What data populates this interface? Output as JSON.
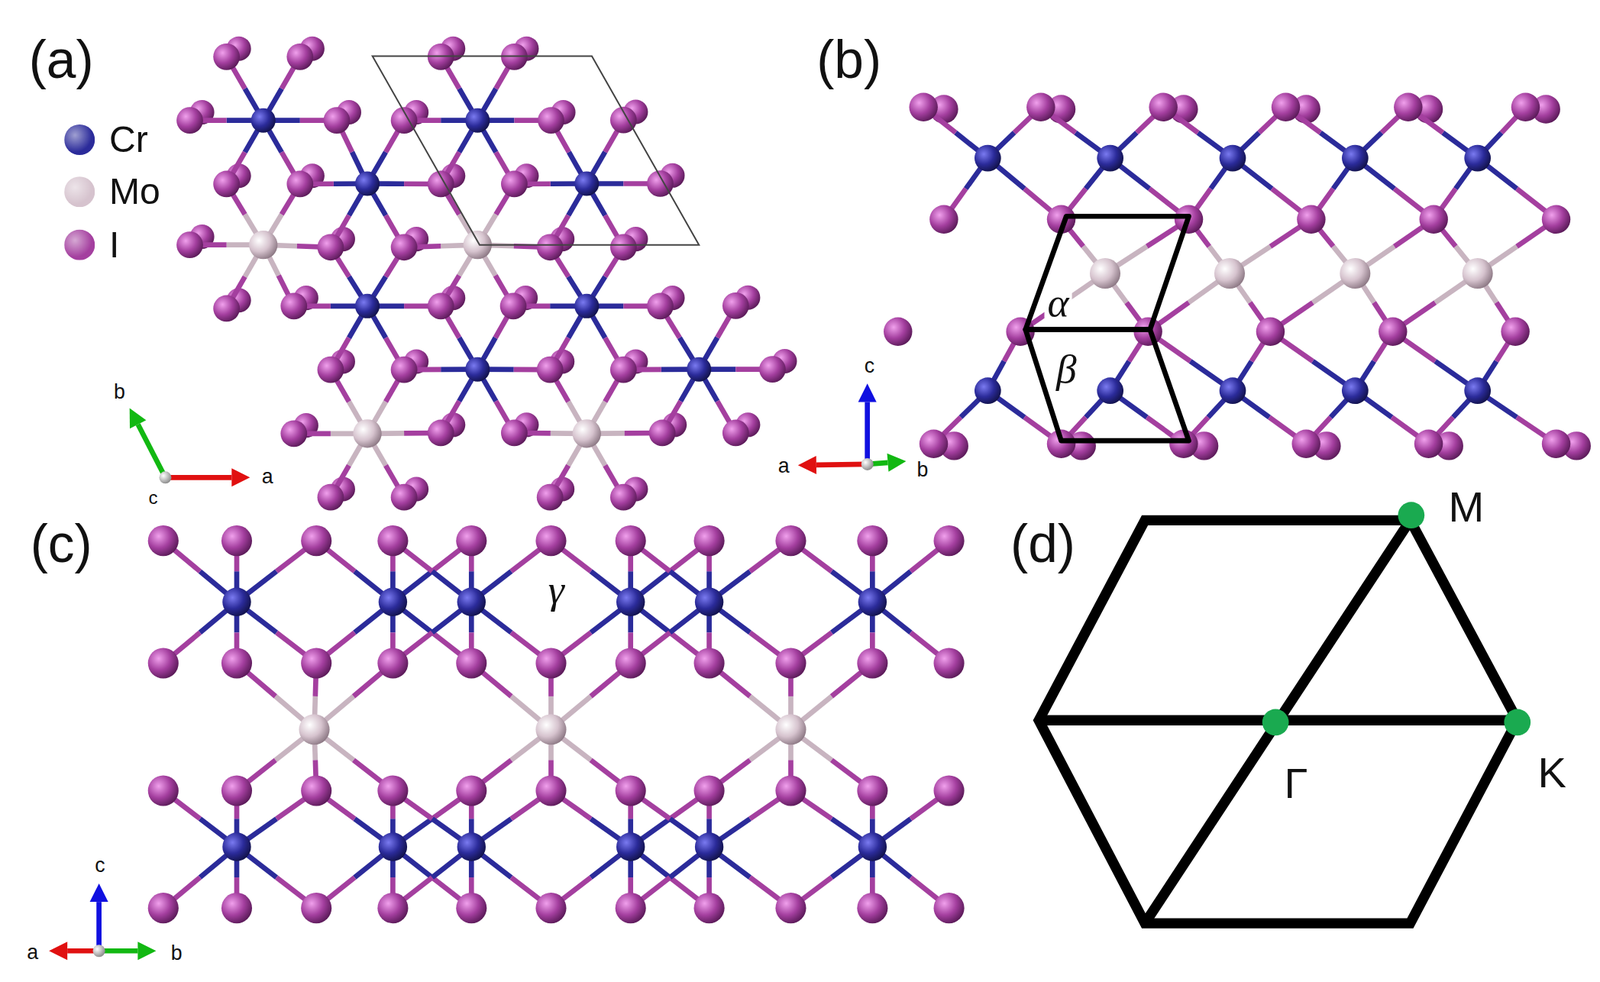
{
  "diagram": {
    "labels": [
      "(a)",
      "b",
      "a",
      "c",
      "(b)",
      "α",
      "β",
      "c",
      "a",
      "b",
      "(c)",
      "γ",
      "c",
      "a",
      "b",
      "(d)",
      "M",
      "Γ",
      "K"
    ],
    "legend": [
      {
        "text": "Cr",
        "color": "#2b2b9a"
      },
      {
        "text": "Mo",
        "color": "#d6c3ce"
      },
      {
        "text": "I",
        "color": "#a43f9f"
      }
    ]
  }
}
